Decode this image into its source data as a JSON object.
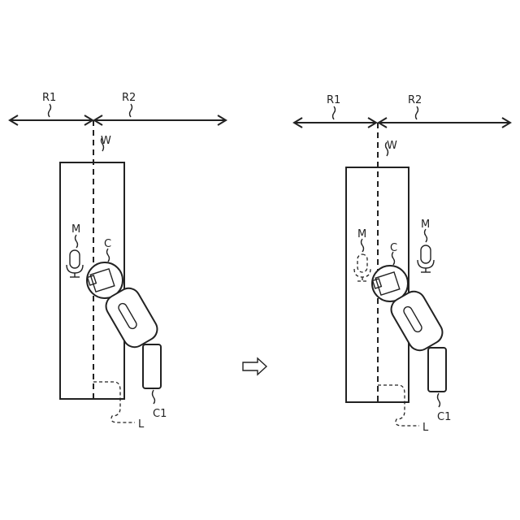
{
  "panels": [
    {
      "id": "before",
      "labels": {
        "r1": "R1",
        "r2": "R2",
        "w": "W",
        "m": "M",
        "c": "C",
        "c1": "C1",
        "l": "L"
      },
      "microphone_style": "solid",
      "microphone_position": "inside"
    },
    {
      "id": "after",
      "labels": {
        "r1": "R1",
        "r2": "R2",
        "w": "W",
        "m": "M",
        "c": "C",
        "c1": "C1",
        "l": "L"
      },
      "ghost_microphone": "dashed",
      "microphone_position": "outside"
    }
  ],
  "transition_icon": "right-arrow-icon",
  "colors": {
    "line": "#222222",
    "background": "#ffffff"
  }
}
